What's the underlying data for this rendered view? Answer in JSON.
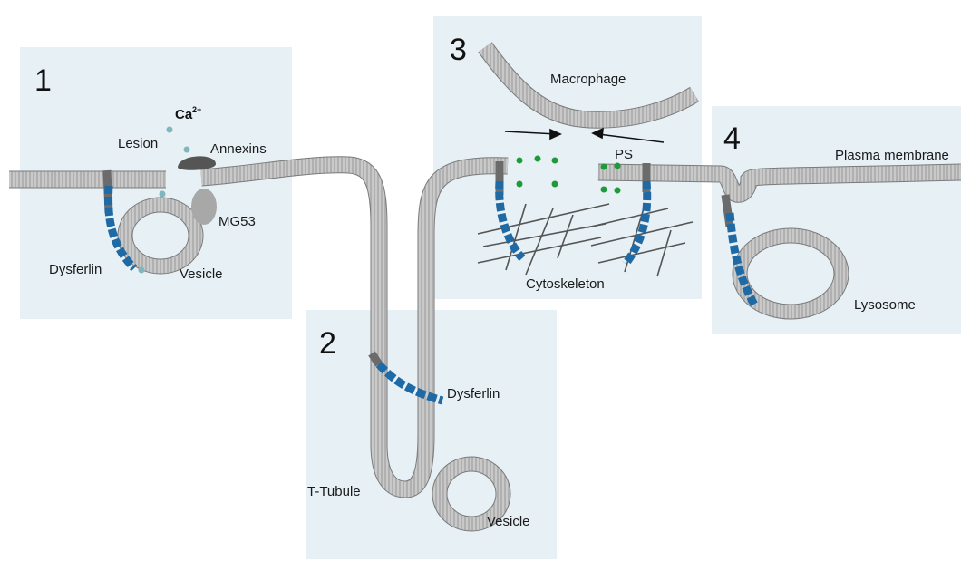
{
  "panels": [
    {
      "number": "1",
      "labels": {
        "ca": "Ca",
        "ca_charge": "2+",
        "lesion": "Lesion",
        "annexins": "Annexins",
        "mg53": "MG53",
        "dysferlin": "Dysferlin",
        "vesicle": "Vesicle"
      }
    },
    {
      "number": "2",
      "labels": {
        "dysferlin": "Dysferlin",
        "t_tubule": "T-Tubule",
        "vesicle": "Vesicle"
      }
    },
    {
      "number": "3",
      "labels": {
        "macrophage": "Macrophage",
        "ps": "PS",
        "cytoskeleton": "Cytoskeleton"
      }
    },
    {
      "number": "4",
      "labels": {
        "plasma_membrane": "Plasma membrane",
        "lysosome": "Lysosome"
      }
    }
  ],
  "colors": {
    "panel_bg": "#e6f0f5",
    "membrane_fill": "#c8c8c8",
    "membrane_stroke": "#7a7a7a",
    "dysferlin_blue": "#1f6aa5",
    "dysferlin_gray": "#6b6b6b",
    "calcium_dot": "#7fb7bd",
    "ps_green": "#1f9a3a",
    "annexin": "#555555",
    "mg53": "#a8a8a8",
    "cytoskeleton": "#555555"
  }
}
